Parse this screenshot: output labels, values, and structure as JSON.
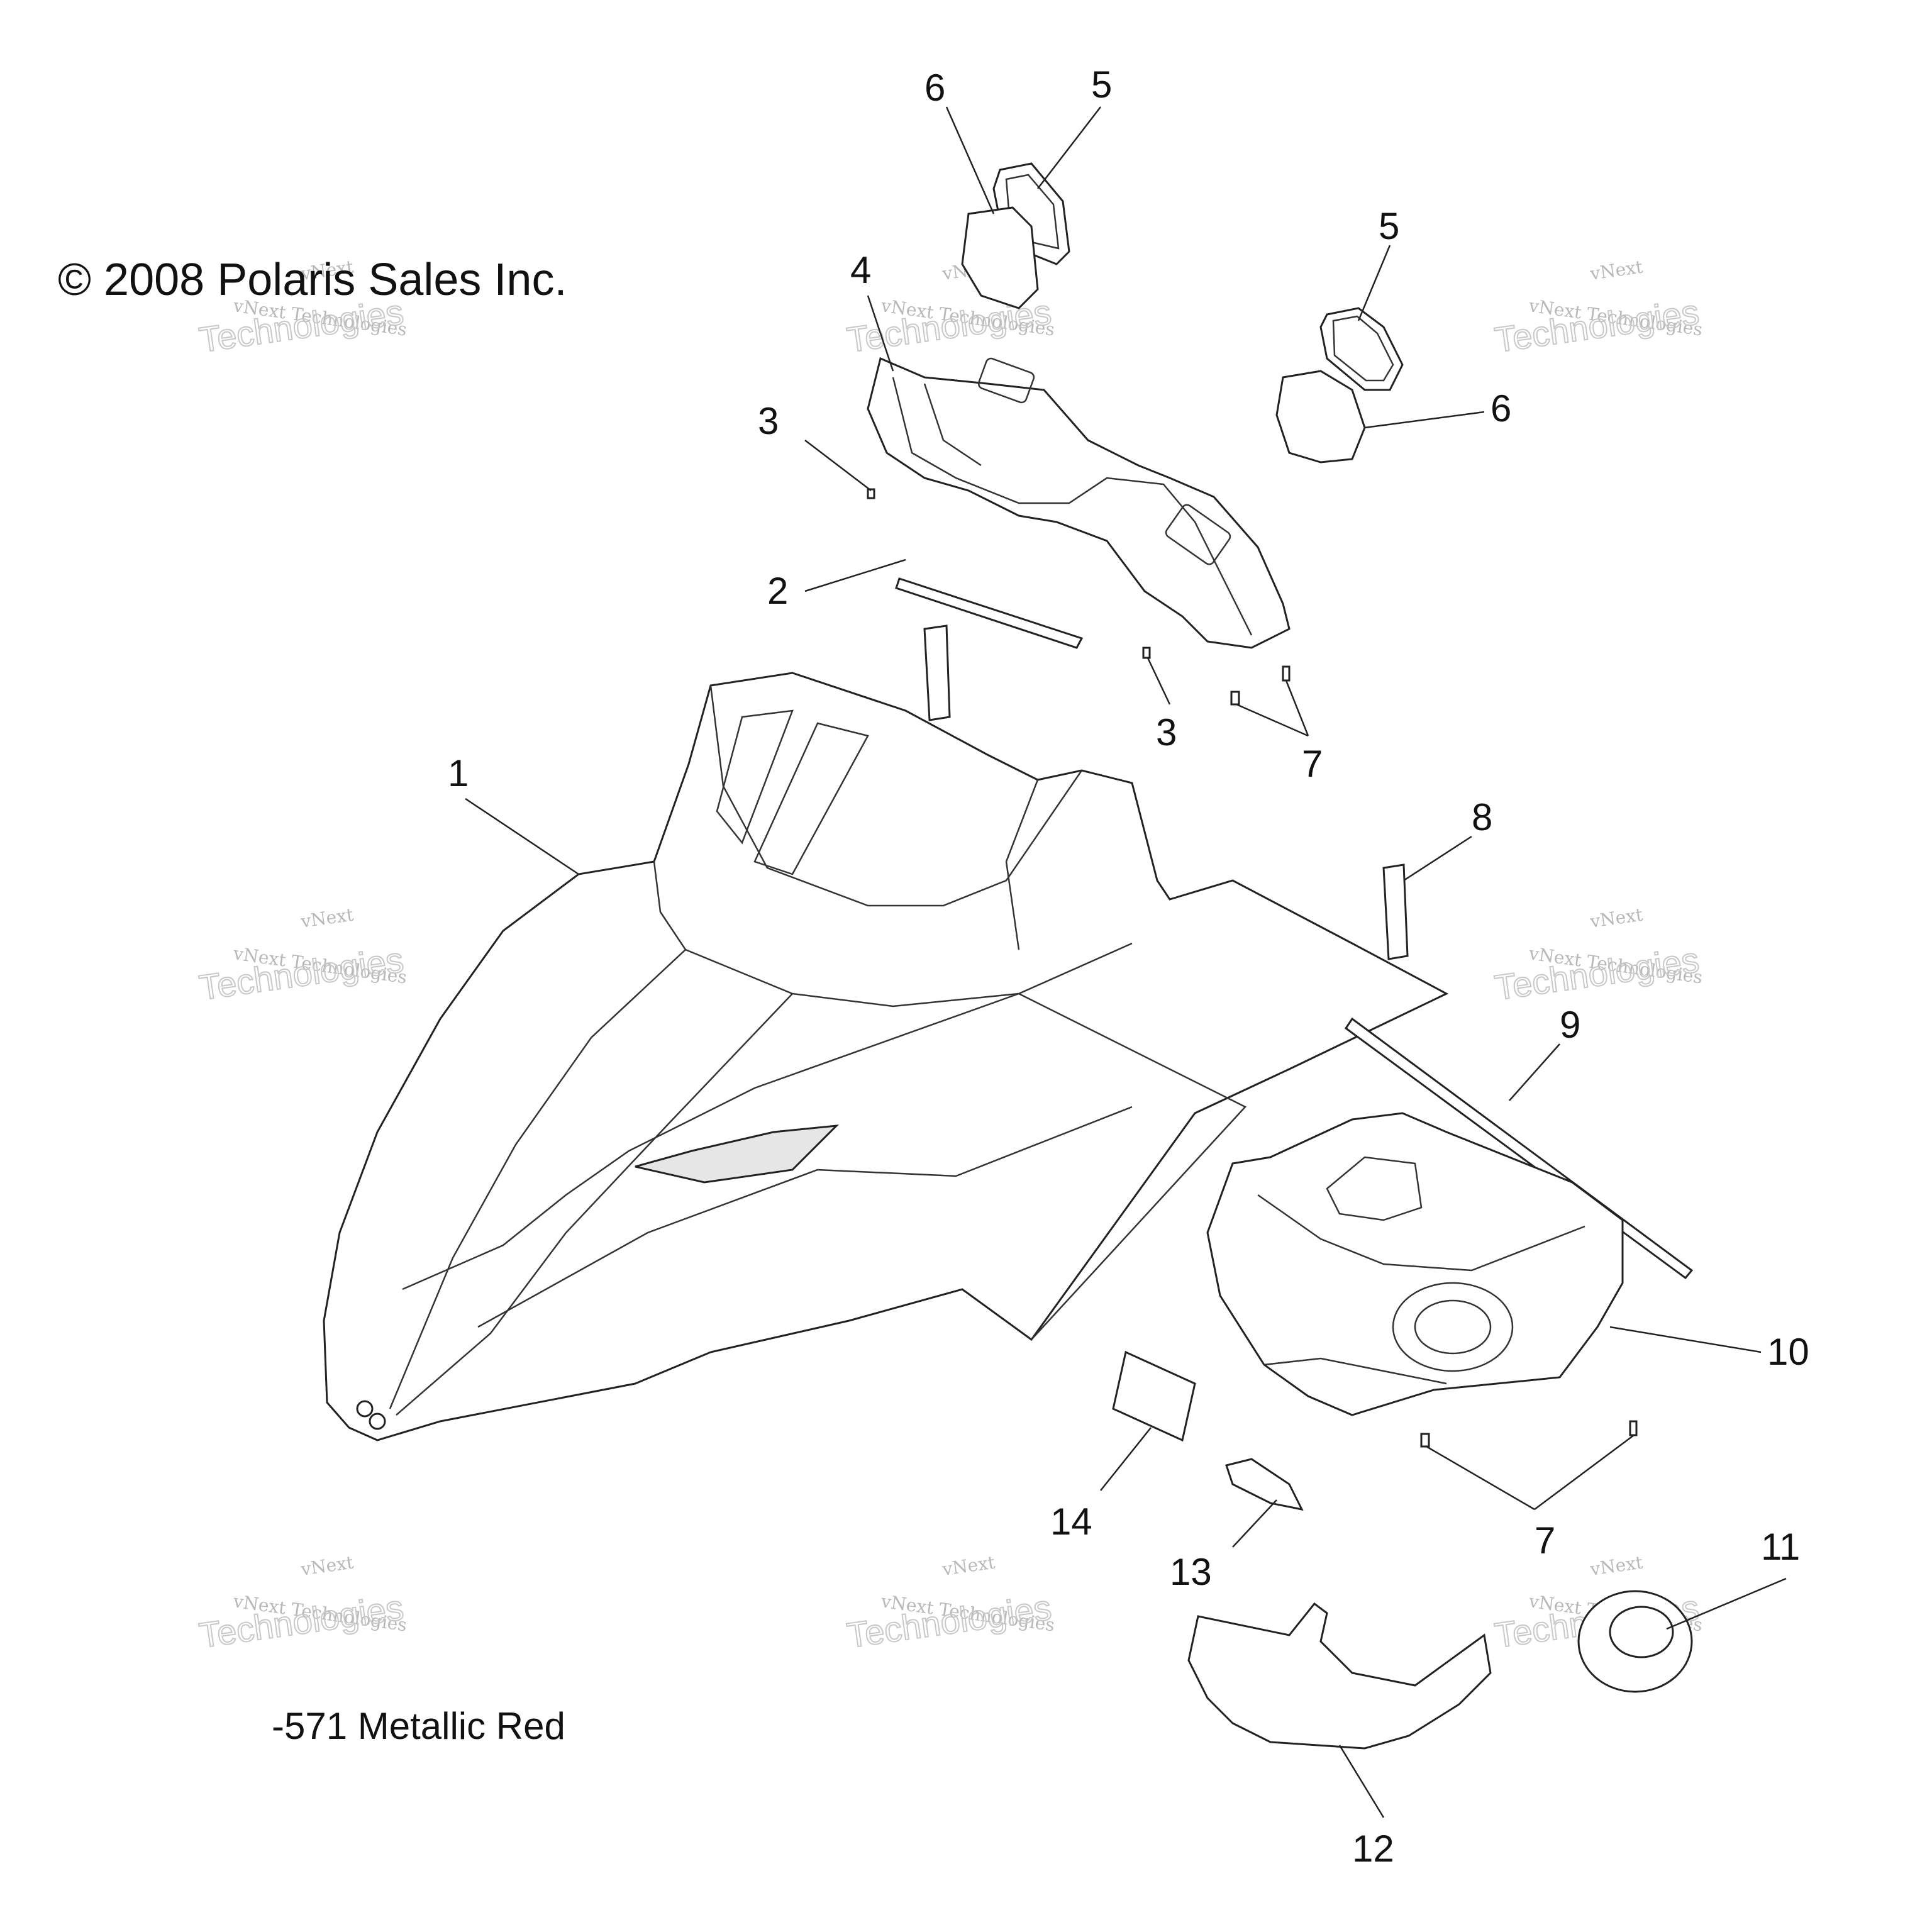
{
  "copyright": "© 2008 Polaris Sales Inc.",
  "color_note": "-571 Metallic Red",
  "watermark": {
    "line1": "vNext",
    "line2": "vNext Technologies",
    "line3": "Technologies"
  },
  "callouts": {
    "c1": "1",
    "c2": "2",
    "c3a": "3",
    "c3b": "3",
    "c4": "4",
    "c5a": "5",
    "c5b": "5",
    "c6a": "6",
    "c6b": "6",
    "c7a": "7",
    "c7b": "7",
    "c8": "8",
    "c9": "9",
    "c10": "10",
    "c11": "11",
    "c12": "12",
    "c13": "13",
    "c14": "14"
  }
}
